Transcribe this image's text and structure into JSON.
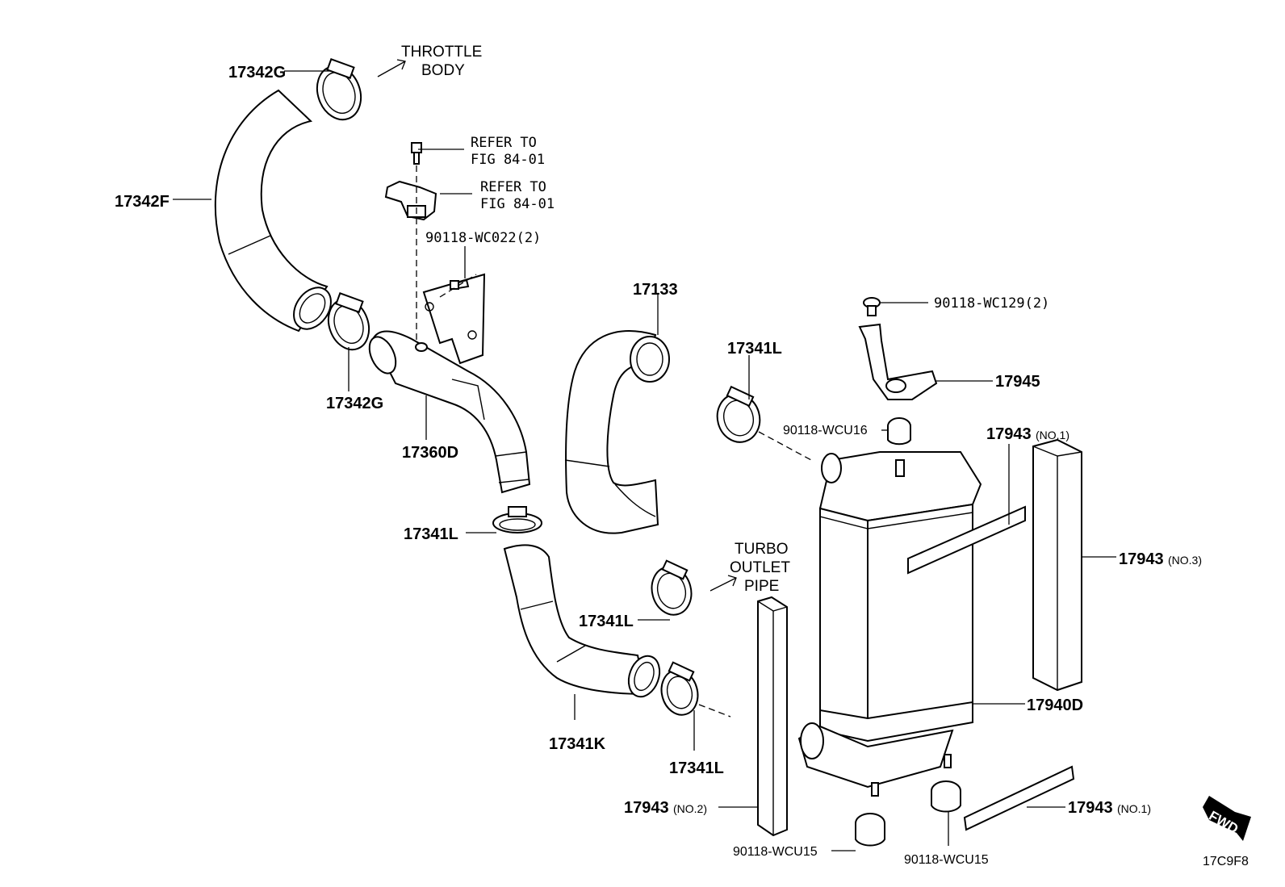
{
  "labels": {
    "p17342G_top": "17342G",
    "p17342F": "17342F",
    "p17342G_bot": "17342G",
    "p17360D": "17360D",
    "p17133": "17133",
    "p17341L_a": "17341L",
    "p17341L_b": "17341L",
    "p17341L_c": "17341L",
    "p17341L_d": "17341L",
    "p17341K": "17341K",
    "p90118_WC022": "90118-WC022(2)",
    "p90118_WC129": "90118-WC129(2)",
    "p17945": "17945",
    "p90118_WCU16": "90118-WCU16",
    "p17943_no1_top": "17943",
    "p17943_no1_top_sfx": "(NO.1)",
    "p17943_no3": "17943",
    "p17943_no3_sfx": "(NO.3)",
    "p17940D": "17940D",
    "p17943_no2": "17943",
    "p17943_no2_sfx": "(NO.2)",
    "p17943_no1_bot": "17943",
    "p17943_no1_bot_sfx": "(NO.1)",
    "p90118_WCU15_a": "90118-WCU15",
    "p90118_WCU15_b": "90118-WCU15"
  },
  "notes": {
    "throttle_1": "THROTTLE",
    "throttle_2": "BODY",
    "refer1_1": "REFER TO",
    "refer1_2": "FIG 84-01",
    "refer2_1": "REFER TO",
    "refer2_2": "FIG 84-01",
    "turbo_1": "TURBO",
    "turbo_2": "OUTLET",
    "turbo_3": "PIPE"
  },
  "fwd": "FWD",
  "diagram_code": "17C9F8"
}
